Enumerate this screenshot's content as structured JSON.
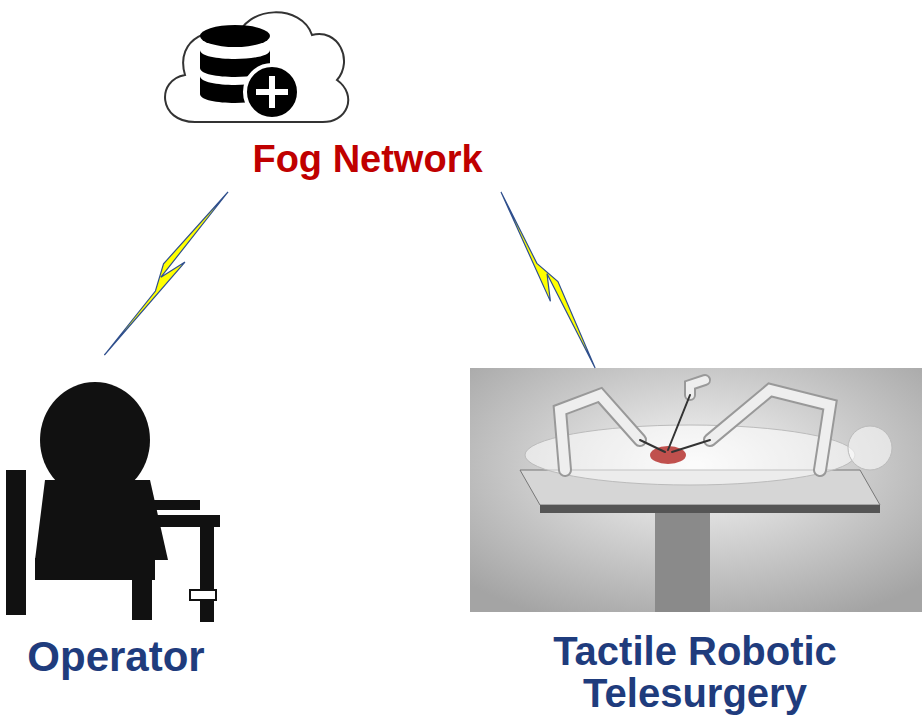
{
  "diagram": {
    "nodes": [
      {
        "text": [
          "Fog Network"
        ]
      },
      {
        "text": [
          "Operator"
        ]
      },
      {
        "text": [
          "Tactile Robotic Telesurgery"
        ]
      }
    ],
    "edges": [
      {
        "from": 1,
        "to": 0,
        "arrow": "none"
      },
      {
        "from": 0,
        "to": 2,
        "arrow": "none"
      }
    ]
  }
}
